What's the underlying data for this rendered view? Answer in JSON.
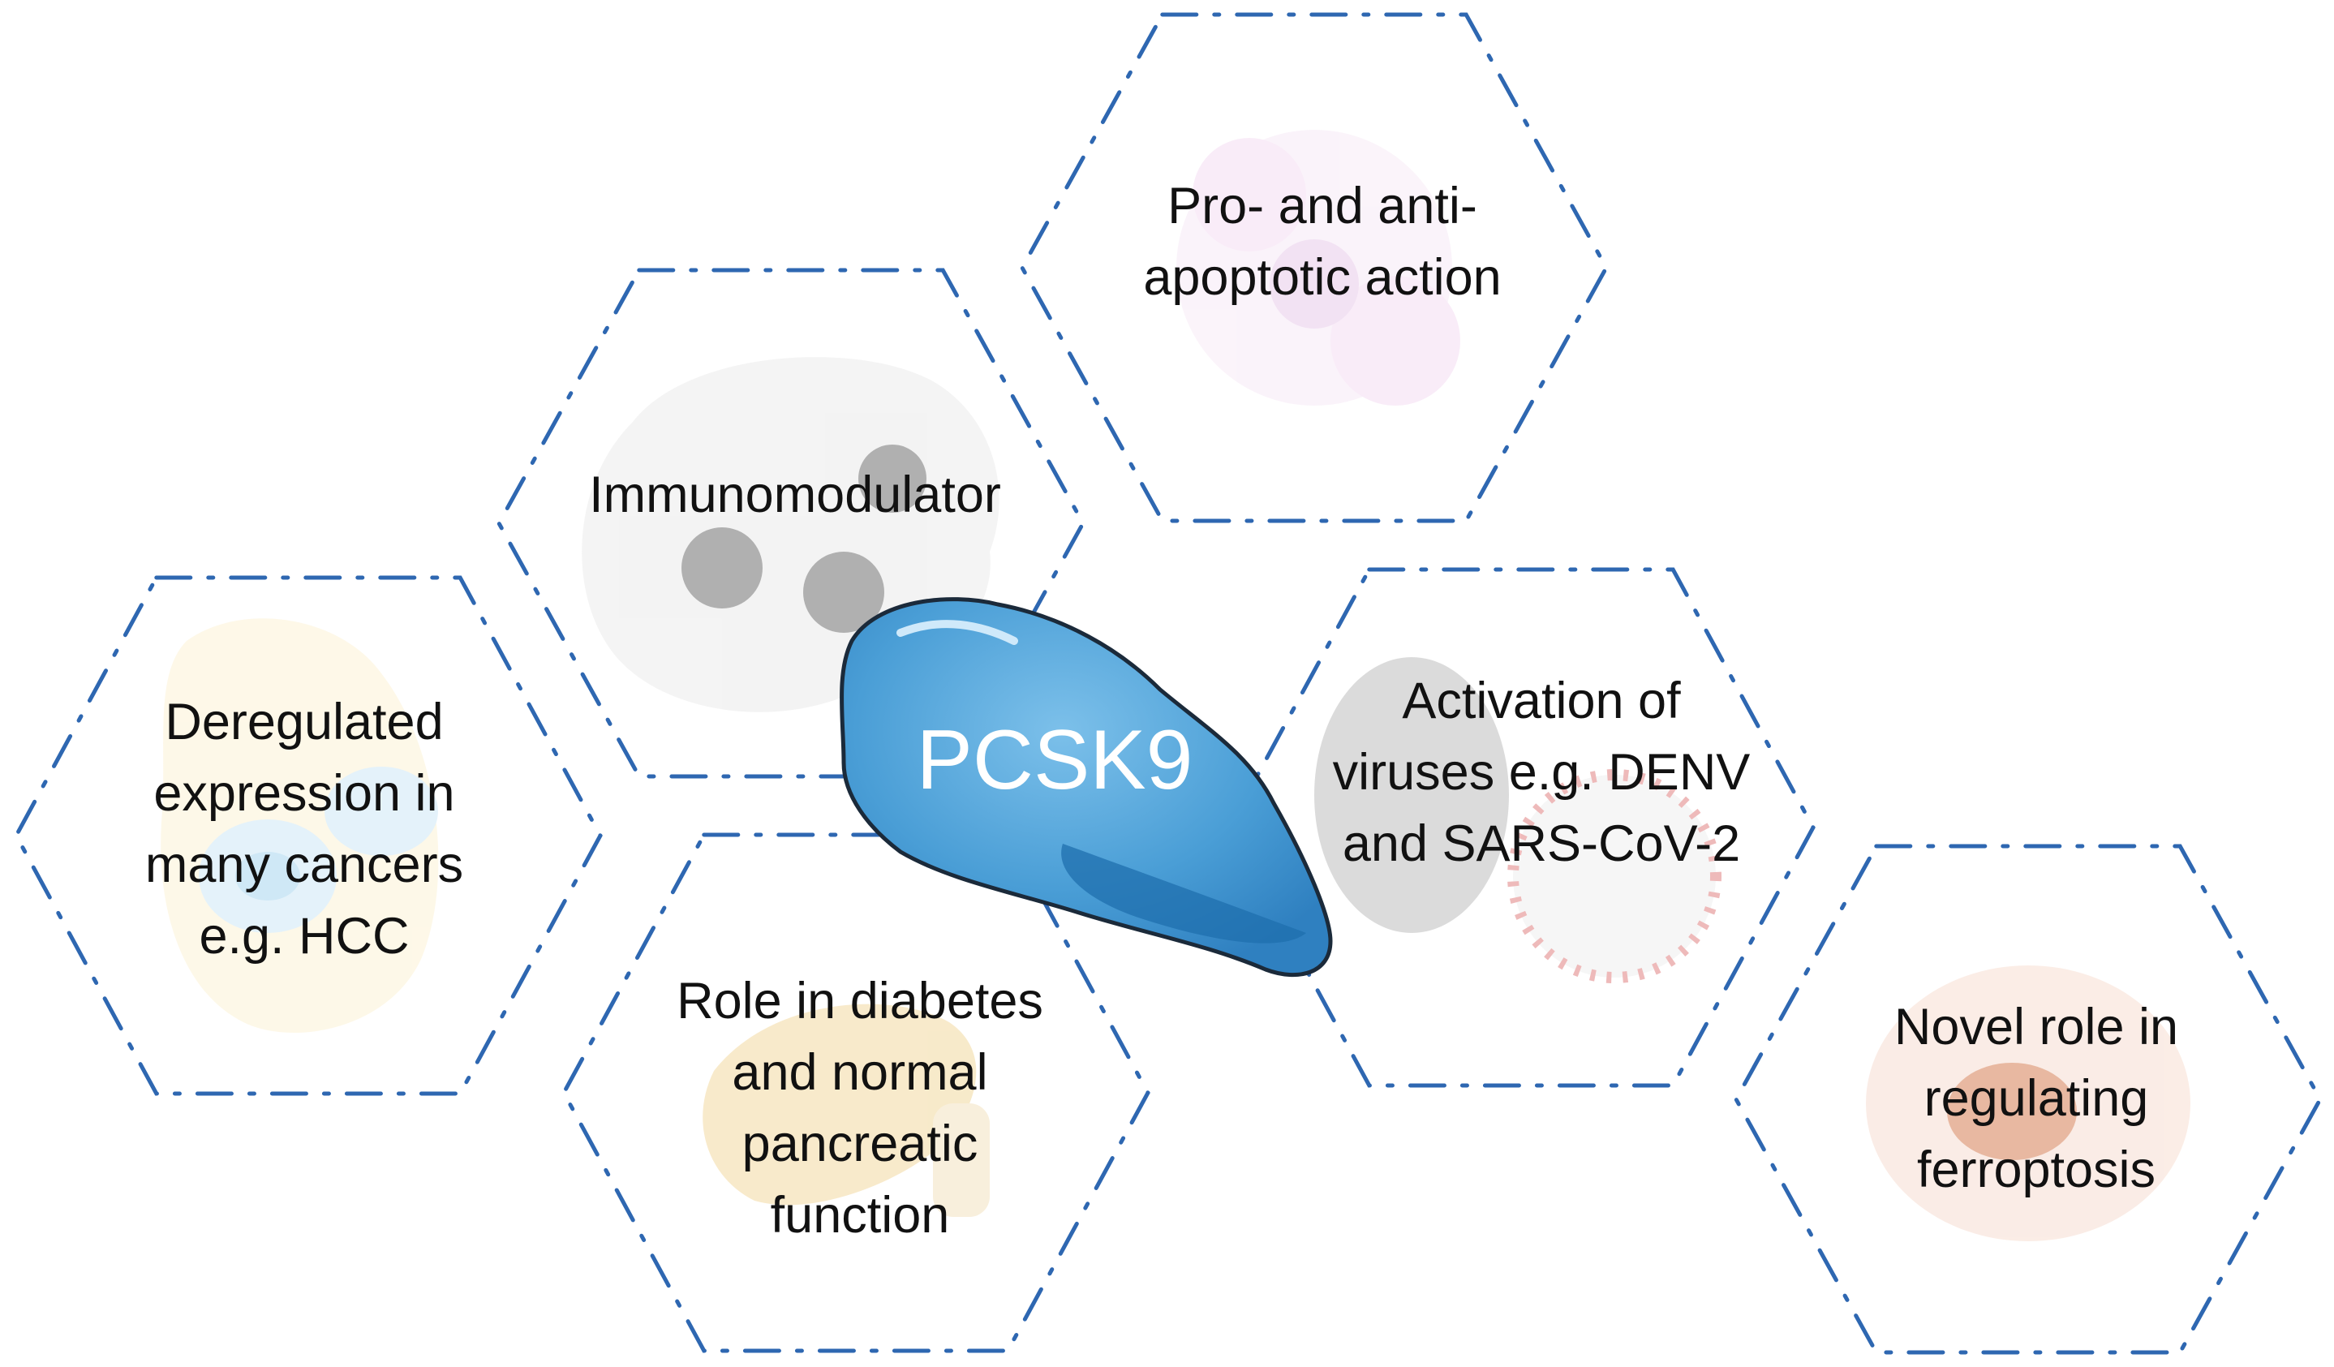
{
  "center": {
    "label": "PCSK9"
  },
  "roles": [
    {
      "id": "cancer",
      "lines": [
        "Deregulated",
        "expression in",
        "many cancers",
        "e.g. HCC"
      ]
    },
    {
      "id": "immuno",
      "lines": [
        "Immunomodulator"
      ]
    },
    {
      "id": "apoptosis",
      "lines": [
        "Pro- and anti-",
        "apoptotic action"
      ]
    },
    {
      "id": "diabetes",
      "lines": [
        "Role in diabetes",
        "and normal",
        "pancreatic",
        "function"
      ]
    },
    {
      "id": "viruses",
      "lines": [
        "Activation of",
        "viruses e.g. DENV",
        "and SARS-CoV-2"
      ]
    },
    {
      "id": "ferro",
      "lines": [
        "Novel role in",
        "regulating",
        "ferroptosis"
      ]
    }
  ],
  "colors": {
    "hex_outline": "#2e67b1",
    "blob_fill": "#4a9ed6",
    "blob_dark": "#1f6fae",
    "blob_outline": "#1b2a3a",
    "text": "#111111"
  }
}
